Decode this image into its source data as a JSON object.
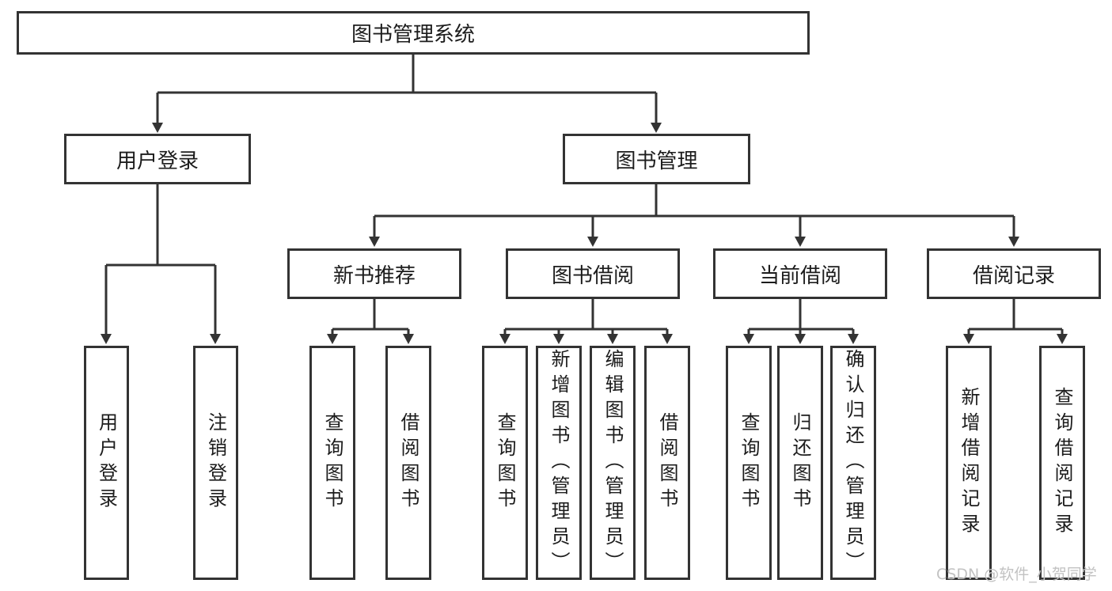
{
  "tree": {
    "label": "图书管理系统",
    "children": [
      {
        "label": "用户登录",
        "children": [
          {
            "label": "用户登录"
          },
          {
            "label": "注销登录"
          }
        ]
      },
      {
        "label": "图书管理",
        "children": [
          {
            "label": "新书推荐",
            "children": [
              {
                "label": "查询图书"
              },
              {
                "label": "借阅图书"
              }
            ]
          },
          {
            "label": "图书借阅",
            "children": [
              {
                "label": "查询图书"
              },
              {
                "label": "新增图书（管理员）"
              },
              {
                "label": "编辑图书（管理员）"
              },
              {
                "label": "借阅图书"
              }
            ]
          },
          {
            "label": "当前借阅",
            "children": [
              {
                "label": "查询图书"
              },
              {
                "label": "归还图书"
              },
              {
                "label": "确认归还（管理员）"
              }
            ]
          },
          {
            "label": "借阅记录",
            "children": [
              {
                "label": "新增借阅记录"
              },
              {
                "label": "查询借阅记录"
              }
            ]
          }
        ]
      }
    ]
  },
  "watermark": {
    "text": "CSDN @软件_小贺同学"
  },
  "colors": {
    "line": "#333333",
    "box_border": "#333333",
    "text": "#1c1c1c",
    "watermark": "#c2c2c2",
    "background": "#ffffff"
  }
}
